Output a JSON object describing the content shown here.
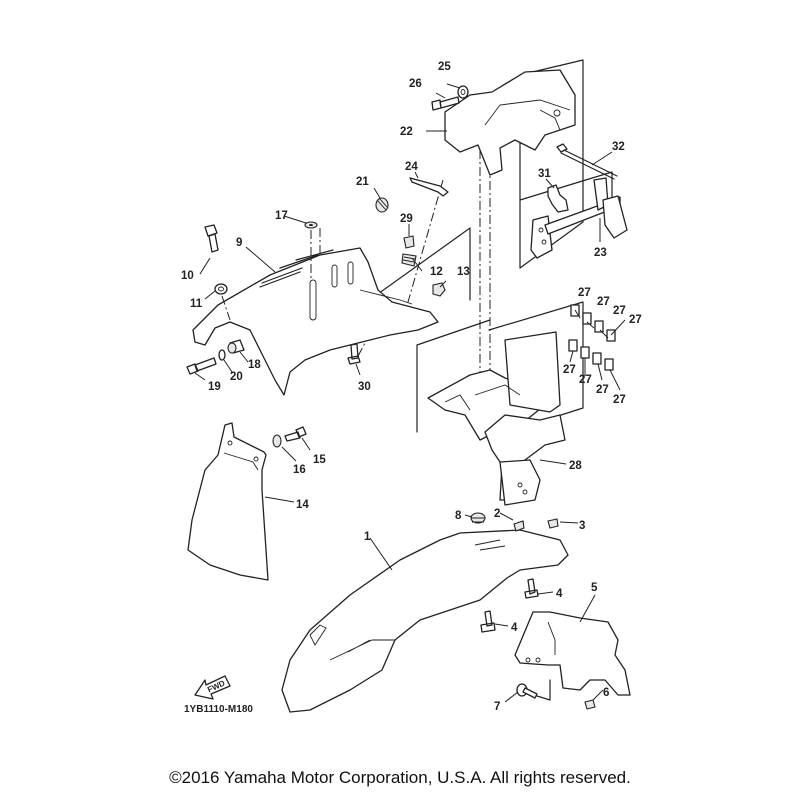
{
  "diagram": {
    "title": "Front fender / rear fender parts diagram",
    "drawing_code": "1YB1110-M180",
    "fwd_label": "FWD",
    "callouts": {
      "p1": "1",
      "p2": "2",
      "p3": "3",
      "p4a": "4",
      "p4b": "4",
      "p5": "5",
      "p6": "6",
      "p7": "7",
      "p8": "8",
      "p9": "9",
      "p10": "10",
      "p11": "11",
      "p12": "12",
      "p13": "13",
      "p14": "14",
      "p15": "15",
      "p16": "16",
      "p17": "17",
      "p18": "18",
      "p19": "19",
      "p20": "20",
      "p21": "21",
      "p22": "22",
      "p23": "23",
      "p24": "24",
      "p25": "25",
      "p26": "26",
      "p27a": "27",
      "p27b": "27",
      "p27c": "27",
      "p27d": "27",
      "p27e": "27",
      "p27f": "27",
      "p27g": "27",
      "p27h": "27",
      "p28": "28",
      "p29": "29",
      "p30": "30",
      "p31": "31",
      "p32": "32"
    }
  },
  "footer": {
    "copyright": "©2016 Yamaha Motor Corporation, U.S.A. All rights reserved."
  }
}
